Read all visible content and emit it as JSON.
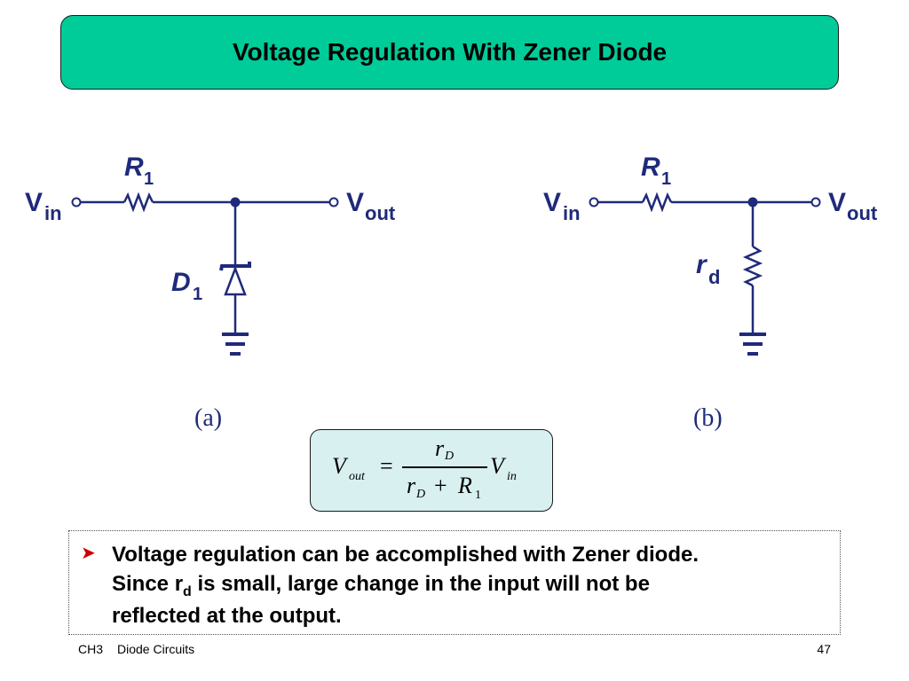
{
  "slide": {
    "title": "Voltage Regulation With Zener Diode",
    "circuit_a": {
      "caption": "(a)",
      "vin": "V",
      "vin_sub": "in",
      "vout": "V",
      "vout_sub": "out",
      "r1": "R",
      "r1_sub": "1",
      "d1": "D",
      "d1_sub": "1"
    },
    "circuit_b": {
      "caption": "(b)",
      "vin": "V",
      "vin_sub": "in",
      "vout": "V",
      "vout_sub": "out",
      "r1": "R",
      "r1_sub": "1",
      "rd": "r",
      "rd_sub": "d"
    },
    "equation": {
      "lhs": "V",
      "lhs_sub": "out",
      "eq": "=",
      "num": "r",
      "num_sub": "D",
      "den_a": "r",
      "den_a_sub": "D",
      "plus": "+",
      "den_b": "R",
      "den_b_sub": "1",
      "rhs": "V",
      "rhs_sub": "in"
    },
    "bullet": {
      "line1": "Voltage regulation can be accomplished with Zener diode.",
      "line2_pre": "Since r",
      "line2_sub": "d",
      "line2_post": " is small, large change in the input will not be",
      "line3": "reflected at the output."
    },
    "footer": {
      "chapter": "CH3",
      "topic": "Diode Circuits",
      "page": "47"
    },
    "colors": {
      "title_bg": "#00cc99",
      "circuit": "#1f2a7a",
      "equation_bg": "#d9f0f0",
      "bullet": "#cc0000"
    }
  }
}
